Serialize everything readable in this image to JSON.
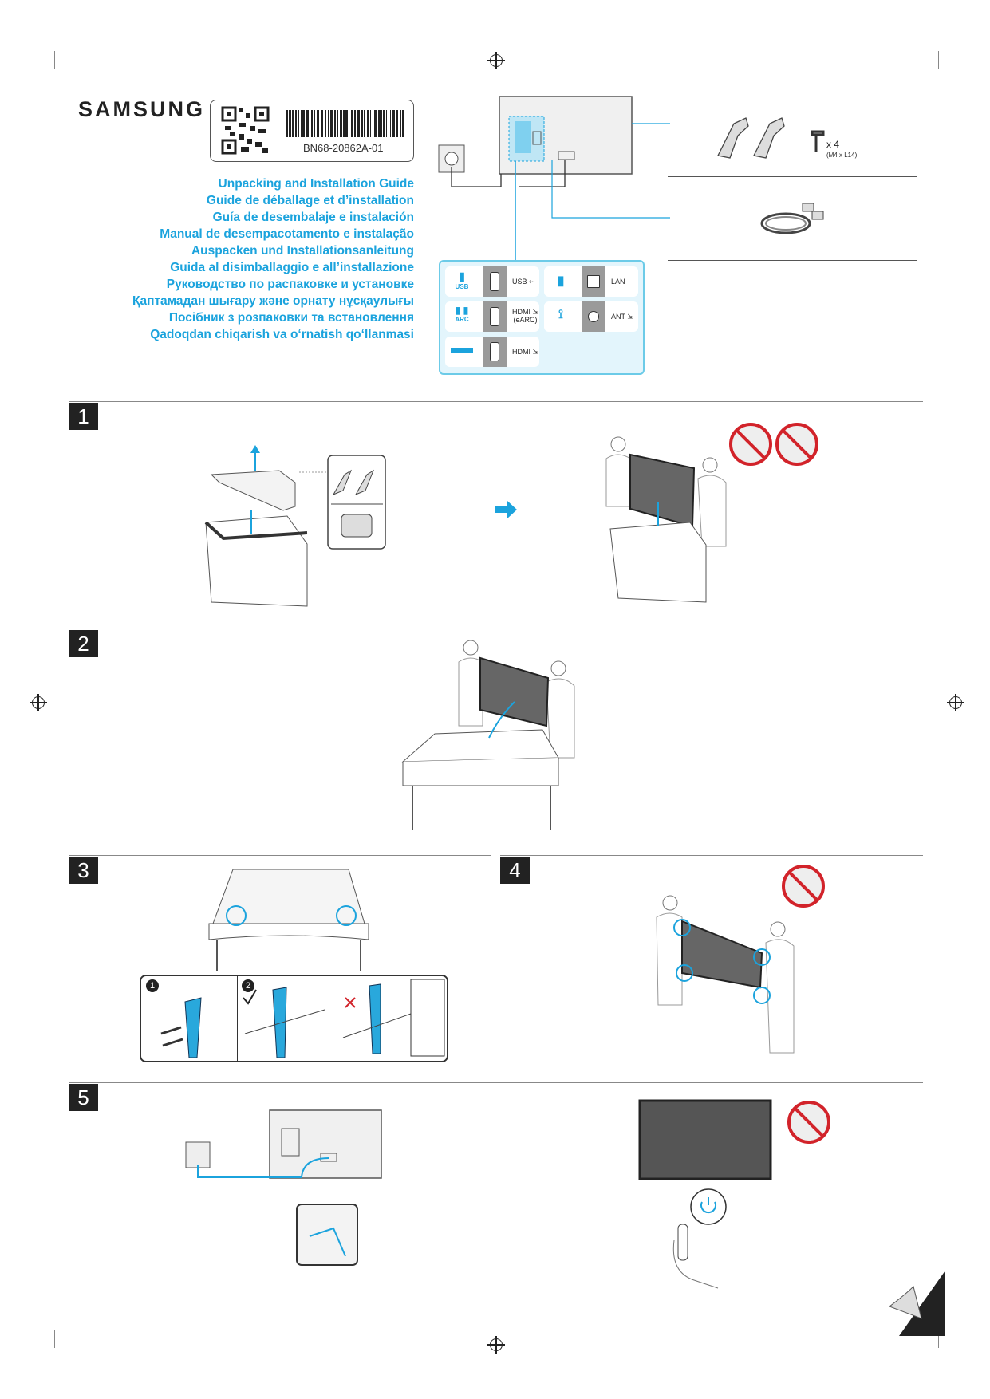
{
  "brand": "SAMSUNG",
  "part_number": "BN68-20862A-01",
  "titles": [
    "Unpacking and Installation Guide",
    "Guide de déballage et d’installation",
    "Guía de desembalaje e instalación",
    "Manual de desempacotamento e instalação",
    "Auspacken und Installationsanleitung",
    "Guida al disimballaggio e all’installazione",
    "Руководство по распаковке и установке",
    "Қаптамадан шығару және орнату нұсқаулығы",
    "Посібник з розпаковки та встановлення",
    "Qadoqdan chiqarish va o‘rnatish qo‘llanmasi"
  ],
  "ports": [
    {
      "icon_label": "USB",
      "label": "USB ⇠"
    },
    {
      "icon_label": "",
      "label": "LAN"
    },
    {
      "icon_label": "ARC",
      "label": "HDMI ⇲\n(eARC)"
    },
    {
      "icon_label": "",
      "label": "ANT ⇲"
    },
    {
      "icon_label": "",
      "label": "HDMI ⇲"
    }
  ],
  "accessories": {
    "screw_count": "x 4",
    "screw_spec": "(M4 x L14)"
  },
  "steps": [
    "1",
    "2",
    "3",
    "4",
    "5"
  ],
  "step3_sub": [
    "1",
    "2"
  ],
  "accent": "#1ba3dd",
  "warning_color": "#d2232a"
}
